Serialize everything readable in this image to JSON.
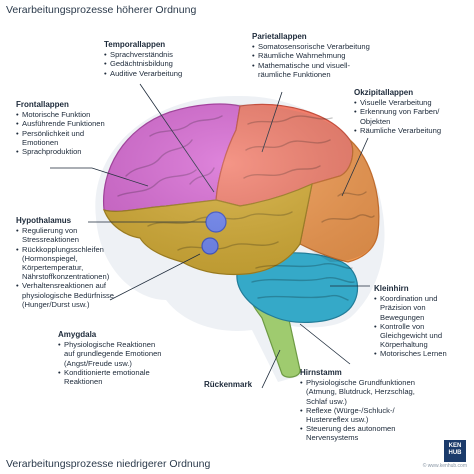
{
  "colors": {
    "frontal": "#d86ad4",
    "parietal": "#f27e6c",
    "temporal": "#d4ac34",
    "occipital": "#f29a50",
    "cerebellum": "#35a9c8",
    "brainstem": "#9fcb6f",
    "hypothalamus": "#6f86f4"
  },
  "title_top": "Verarbeitungsprozesse höherer Ordnung",
  "title_bottom": "Verarbeitungsprozesse niedrigerer Ordnung",
  "temporal": {
    "title": "Temporallappen",
    "items": [
      "Sprachverständnis",
      "Gedächtnisbildung",
      "Auditive Verarbeitung"
    ]
  },
  "parietal": {
    "title": "Parietallappen",
    "items": [
      "Somatosensorische Verarbeitung",
      "Räumliche Wahrnehmung",
      "Mathematische und visuell-",
      "räumliche Funktionen"
    ]
  },
  "occipital": {
    "title": "Okzipitallappen",
    "items": [
      "Visuelle Verarbeitung",
      "Erkennung von Farben/",
      "Objekten",
      "Räumliche Verarbeitung"
    ]
  },
  "frontal": {
    "title": "Frontallappen",
    "items": [
      "Motorische Funktion",
      "Ausführende Funktionen",
      "Persönlichkeit und",
      "Emotionen",
      "Sprachproduktion"
    ]
  },
  "hypothalamus": {
    "title": "Hypothalamus",
    "items": [
      "Regulierung von",
      "Stressreaktionen",
      "Rückkopplungsschleifen",
      "(Hormonspiegel,",
      "Körpertemperatur,",
      "Nährstoffkonzentrationen)",
      "Verhaltensreaktionen auf",
      "physiologische Bedürfnisse",
      "(Hunger/Durst usw.)"
    ]
  },
  "amygdala": {
    "title": "Amygdala",
    "items": [
      "Physiologische Reaktionen",
      "auf grundlegende Emotionen",
      "(Angst/Freude usw.)",
      "Konditionierte emotionale",
      "Reaktionen"
    ]
  },
  "cerebellum": {
    "title": "Kleinhirn",
    "items": [
      "Koordination und",
      "Präzision von",
      "Bewegungen",
      "Kontrolle von",
      "Gleichgewicht und",
      "Körperhaltung",
      "Motorisches Lernen"
    ]
  },
  "brainstem": {
    "title": "Hirnstamm",
    "items": [
      "Physiologische Grundfunktionen",
      "(Atmung, Blutdruck, Herzschlag,",
      "Schlaf usw.)",
      "Reflexe (Würge-/Schluck-/",
      "Hustenreflex usw.)",
      "Steuerung des autonomen",
      "Nervensystems"
    ]
  },
  "spinal_cord": {
    "title": "Rückenmark"
  },
  "logo": {
    "line1": "KEN",
    "line2": "HUB"
  },
  "watermark": "© www.kenhub.com"
}
